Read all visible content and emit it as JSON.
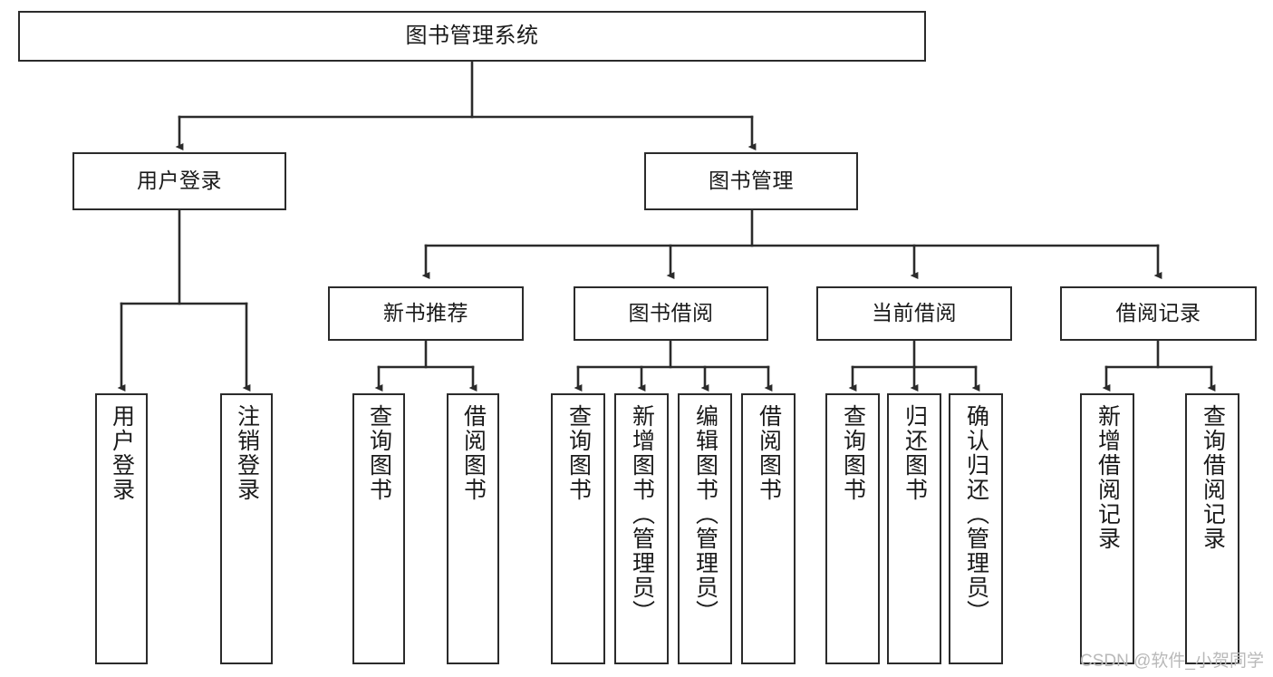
{
  "diagram": {
    "title": "图书管理系统",
    "type": "tree",
    "watermark": "CSDN @软件_小贺同学",
    "colors": {
      "box_border": "#2b2b2b",
      "box_fill": "#ffffff",
      "connector": "#2b2b2b",
      "text": "#1a1a1a",
      "watermark": "#b9b9b9",
      "background": "#ffffff"
    },
    "nodes": {
      "root": {
        "label": "图书管理系统",
        "level": 1
      },
      "user_login": {
        "label": "用户登录",
        "level": 2
      },
      "book_manage": {
        "label": "图书管理",
        "level": 2
      },
      "new_book_rec": {
        "label": "新书推荐",
        "level": 3
      },
      "book_borrow": {
        "label": "图书借阅",
        "level": 3
      },
      "current_borrow": {
        "label": "当前借阅",
        "level": 3
      },
      "borrow_record": {
        "label": "借阅记录",
        "level": 3
      },
      "leaf_user_login": {
        "label": "用户登录",
        "level": 4
      },
      "leaf_logout": {
        "label": "注销登录",
        "level": 4
      },
      "leaf_query_book_1": {
        "label": "查询图书",
        "level": 4
      },
      "leaf_borrow_book_1": {
        "label": "借阅图书",
        "level": 4
      },
      "leaf_query_book_2": {
        "label": "查询图书",
        "level": 4
      },
      "leaf_add_book": {
        "label": "新增图书（管理员）",
        "level": 4
      },
      "leaf_edit_book": {
        "label": "编辑图书（管理员）",
        "level": 4
      },
      "leaf_borrow_book_2": {
        "label": "借阅图书",
        "level": 4
      },
      "leaf_query_book_3": {
        "label": "查询图书",
        "level": 4
      },
      "leaf_return_book": {
        "label": "归还图书",
        "level": 4
      },
      "leaf_confirm_return": {
        "label": "确认归还（管理员）",
        "level": 4
      },
      "leaf_add_record": {
        "label": "新增借阅记录",
        "level": 4
      },
      "leaf_query_record": {
        "label": "查询借阅记录",
        "level": 4
      }
    },
    "edges": [
      {
        "from": "root",
        "to": "user_login"
      },
      {
        "from": "root",
        "to": "book_manage"
      },
      {
        "from": "book_manage",
        "to": "new_book_rec"
      },
      {
        "from": "book_manage",
        "to": "book_borrow"
      },
      {
        "from": "book_manage",
        "to": "current_borrow"
      },
      {
        "from": "book_manage",
        "to": "borrow_record"
      },
      {
        "from": "user_login",
        "to": "leaf_user_login"
      },
      {
        "from": "user_login",
        "to": "leaf_logout"
      },
      {
        "from": "new_book_rec",
        "to": "leaf_query_book_1"
      },
      {
        "from": "new_book_rec",
        "to": "leaf_borrow_book_1"
      },
      {
        "from": "book_borrow",
        "to": "leaf_query_book_2"
      },
      {
        "from": "book_borrow",
        "to": "leaf_add_book"
      },
      {
        "from": "book_borrow",
        "to": "leaf_edit_book"
      },
      {
        "from": "book_borrow",
        "to": "leaf_borrow_book_2"
      },
      {
        "from": "current_borrow",
        "to": "leaf_query_book_3"
      },
      {
        "from": "current_borrow",
        "to": "leaf_return_book"
      },
      {
        "from": "current_borrow",
        "to": "leaf_confirm_return"
      },
      {
        "from": "borrow_record",
        "to": "leaf_add_record"
      },
      {
        "from": "borrow_record",
        "to": "leaf_query_record"
      }
    ]
  }
}
